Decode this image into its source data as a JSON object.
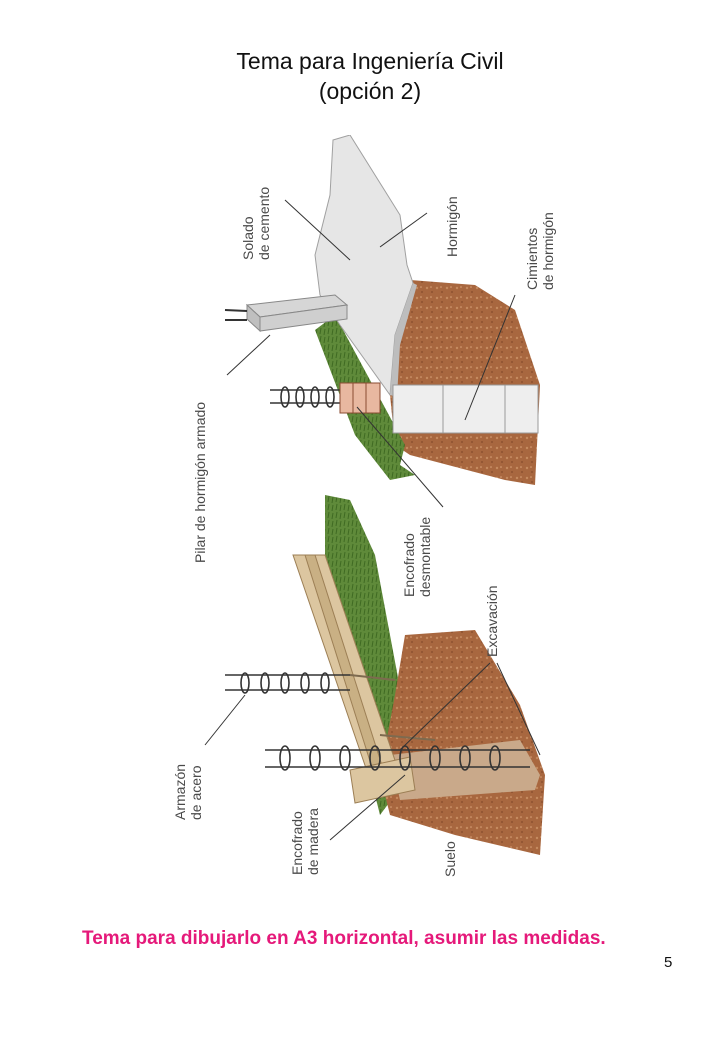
{
  "title": {
    "line1": "Tema para Ingeniería Civil",
    "line2": "(opción 2)"
  },
  "figure": {
    "labels": {
      "solado": [
        "Solado",
        "de cemento"
      ],
      "hormigon": "Hormigón",
      "cimientos": [
        "Cimientos",
        "de hormigón"
      ],
      "pilar": "Pilar de hormigón armado",
      "encofrado_desmontable": [
        "Encofrado",
        "desmontable"
      ],
      "excavacion": "Excavación",
      "armazon": [
        "Armazón",
        "de acero"
      ],
      "encofrado_madera": [
        "Encofrado",
        "de madera"
      ],
      "suelo": "Suelo"
    },
    "colors": {
      "soil": "#a8673f",
      "grass": "#5f8a3a",
      "concrete": "#e4e4e4",
      "wood": "#dcc6a0",
      "steel": "#333333"
    }
  },
  "note": "Tema para dibujarlo en A3 horizontal, asumir las medidas.",
  "page_number": "5"
}
